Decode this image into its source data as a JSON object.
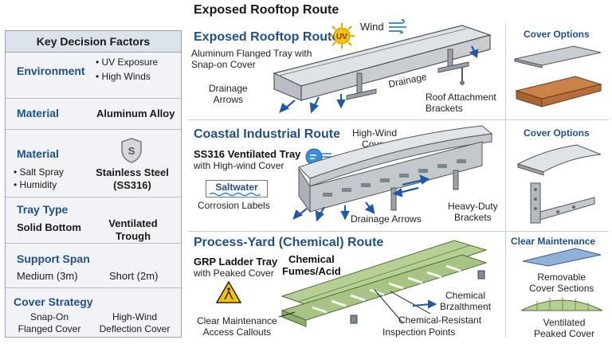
{
  "top_title": "Exposed Rooftop Route",
  "factors": {
    "header": "Key Decision Factors",
    "rows": [
      {
        "label": "Environment",
        "items": [
          "• UV Exposure",
          "• High Winds"
        ]
      },
      {
        "label": "Material",
        "value": "Aluminum Alloy"
      },
      {
        "label": "Material",
        "items": [
          "• Salt Spray",
          "• Humidity"
        ],
        "value": "Stainless Steel\n(SS316)"
      },
      {
        "label": "Tray Type",
        "left_value": "Solid Bottom",
        "value": "Ventilated\nTrough"
      },
      {
        "label": "Support Span",
        "left_value": "Medium (3m)",
        "value": "Short (2m)"
      },
      {
        "label": "Cover Strategy",
        "left_value": "Snap-On\nFlanged Cover",
        "value": "High-Wind\nDeflection Cover"
      }
    ]
  },
  "rooftop": {
    "title": "Exposed Rooftop Route",
    "uv_label": "UV",
    "wind": "Wind",
    "tray": "Aluminum Flanged Tray with\nSnap-on Cover",
    "drainage_arrows": "Drainage\nArrows",
    "drainage": "Drainage",
    "brackets": "Roof Attachment\nBrackets",
    "cover_options": "Cover Options"
  },
  "coastal": {
    "title": "Coastal Industrial Route",
    "tray": "SS316 Ventilated Tray",
    "tray_sub": "with High-wind Cover",
    "high_wind_cover": "High-Wind\nCover",
    "saltwater": "Saltwater",
    "corrosion": "Corrosion Labels",
    "drainage_arrows": "Drainage Arrows",
    "brackets": "Heavy-Duty\nBrackets",
    "cover_options": "Cover Options"
  },
  "process": {
    "title": "Process-Yard (Chemical) Route",
    "tray": "GRP Ladder Tray",
    "tray_sub": "with Peaked Cover",
    "fumes": "Chemical\nFumes/Acid",
    "chem_label": "Chemical\nBrzalthment",
    "chem_resistant": "Chemical-Resistant",
    "clear_callouts": "Clear Maintenance\nAccess Callouts",
    "inspection": "Inspection Points",
    "clear_maintenance": "Clear Maintenance",
    "removable": "Removable\nCover Sections",
    "ventilated": "Ventilated\nPeaked Cover"
  },
  "colors": {
    "accent": "#1f4f8f",
    "aluminum": "#c9ccd1",
    "copper": "#c9824a",
    "grp": "#b7cf95"
  }
}
